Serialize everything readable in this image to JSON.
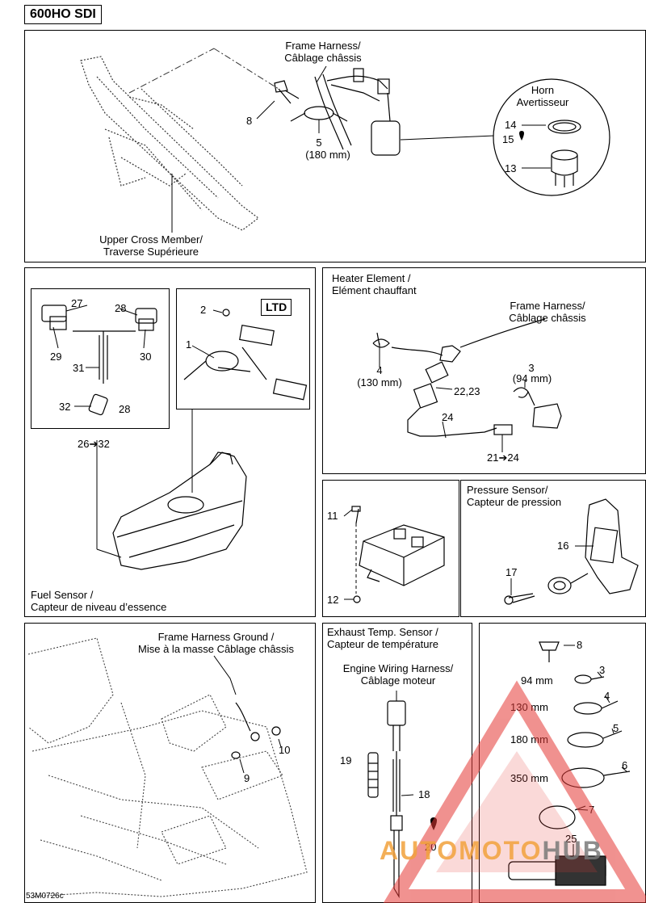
{
  "title": "600HO SDI",
  "doc_code": "53M0726c",
  "watermark": {
    "left": "AUTOMOTO",
    "right": "HUB",
    "color_left": "#f2a23c",
    "color_right": "#7a7a7a",
    "triangle_color": "#e53935"
  },
  "top": {
    "frame_harness": [
      "Frame Harness/",
      "Câblage châssis"
    ],
    "upper_cross": [
      "Upper Cross Member/",
      "Traverse Supérieure"
    ],
    "horn": [
      "Horn",
      "Avertisseur"
    ],
    "callouts": {
      "c8": "8",
      "c5": "5",
      "c5_size": "(180 mm)",
      "c14": "14",
      "c15": "15",
      "c13": "13"
    }
  },
  "fuel": {
    "label": [
      "Fuel Sensor /",
      "Capteur de niveau d’essence"
    ],
    "ltd": "LTD",
    "callouts": {
      "c27": "27",
      "c28a": "28",
      "c29": "29",
      "c30": "30",
      "c31": "31",
      "c32": "32",
      "c28b": "28",
      "range": "26➔32",
      "c2": "2",
      "c1": "1"
    }
  },
  "heater": {
    "label": [
      "Heater Element /",
      "Elément chauffant"
    ],
    "frame_harness": [
      "Frame Harness/",
      "Câblage châssis"
    ],
    "callouts": {
      "c4": "4",
      "c4_size": "(130 mm)",
      "c3": "3",
      "c3_size": "(94 mm)",
      "c2223": "22,23",
      "c24": "24",
      "range": "21➔24"
    }
  },
  "fusebox": {
    "callouts": {
      "c11": "11",
      "c12": "12"
    }
  },
  "pressure": {
    "label": [
      "Pressure Sensor/",
      "Capteur de pression"
    ],
    "callouts": {
      "c16": "16",
      "c17": "17"
    }
  },
  "ground": {
    "label": [
      "Frame Harness Ground /",
      "Mise à la masse Câblage châssis"
    ],
    "callouts": {
      "c9": "9",
      "c10": "10"
    }
  },
  "exhaust": {
    "label": [
      "Exhaust Temp. Sensor /",
      "Capteur de température"
    ],
    "engine": [
      "Engine Wiring Harness/",
      "Câblage moteur"
    ],
    "callouts": {
      "c19": "19",
      "c18": "18",
      "c20": "20"
    }
  },
  "hardware": {
    "callouts": {
      "c8": "8",
      "c3": "3",
      "m94": "94 mm",
      "c4": "4",
      "m130": "130 mm",
      "c5": "5",
      "m180": "180 mm",
      "c6": "6",
      "m350": "350 mm",
      "c7": "7",
      "c25": "25"
    }
  }
}
